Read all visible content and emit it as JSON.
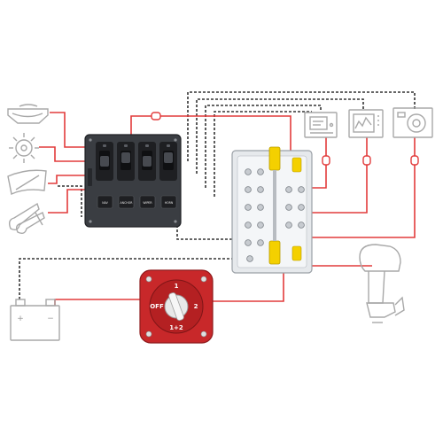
{
  "colors": {
    "wire_positive": "#e23b3b",
    "wire_negative": "#333333",
    "appliance_outline": "#a8a8a8",
    "switch_panel": "#3a3d42",
    "switch_body": "#1e1f22",
    "busbar_clear": "#e6e9ec",
    "busbar_terminal_yellow": "#f4d000",
    "battery_switch_red": "#c8282a",
    "background": "#ffffff"
  },
  "switch_panel": {
    "switch_labels": [
      "NAV",
      "ANCHOR",
      "WIPER",
      "HORN"
    ]
  },
  "battery_switch": {
    "positions": [
      "1",
      "2",
      "1+2",
      "OFF"
    ]
  },
  "battery": {
    "terminal_labels": [
      "+",
      "−"
    ]
  },
  "loads": {
    "left": [
      "nav-light-icon",
      "cabin-light-icon",
      "wiper-icon",
      "horn-icon"
    ],
    "top_right": [
      "radio-icon",
      "chartplotter-icon",
      "stereo-icon"
    ],
    "right": [
      "outboard-motor-icon"
    ]
  }
}
